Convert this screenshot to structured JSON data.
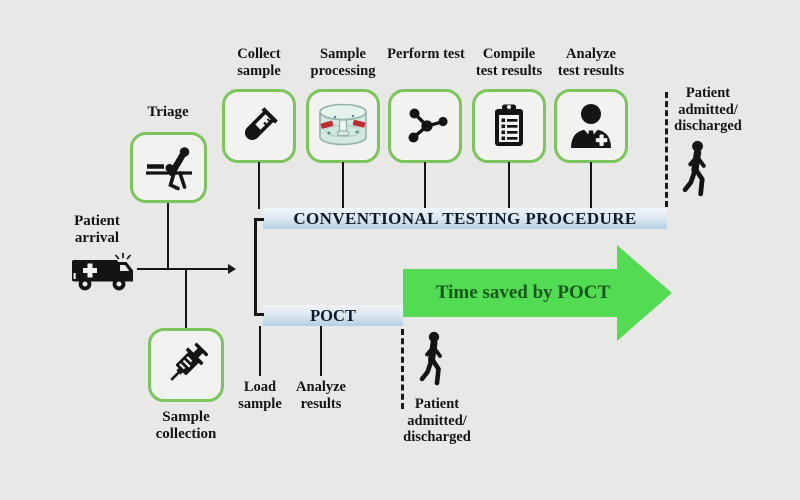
{
  "figure": {
    "background": "#e8e8e6",
    "line_color": "#161616",
    "box_border_green": "#7cc45c",
    "bar_gradient": [
      "#f2f5f8",
      "#b5cfe2"
    ],
    "arrow_green": "#53db53",
    "arrow_text_color": "#14591c"
  },
  "top_steps": [
    {
      "label": "Collect\nsample",
      "icon": "test-tube-icon"
    },
    {
      "label": "Sample\nprocessing",
      "icon": "centrifuge-icon"
    },
    {
      "label": "Perform test",
      "icon": "molecule-icon"
    },
    {
      "label": "Compile\ntest results",
      "icon": "clipboard-icon"
    },
    {
      "label": "Analyze\ntest results",
      "icon": "doctor-icon"
    }
  ],
  "left_flow": {
    "triage_label": "Triage",
    "triage_icon": "triage-bed-icon",
    "patient_arrival_label": "Patient\narrival",
    "ambulance_icon": "ambulance-icon",
    "sample_collection_label": "Sample\ncollection",
    "syringe_icon": "syringe-icon"
  },
  "bars": {
    "conventional_label": "CONVENTIONAL TESTING PROCEDURE",
    "poct_label": "POCT"
  },
  "poct_steps": [
    {
      "label": "Load\nsample"
    },
    {
      "label": "Analyze\nresults"
    }
  ],
  "arrow": {
    "label": "Time saved by POCT"
  },
  "outcomes": [
    {
      "label": "Patient\nadmitted/\ndischarged",
      "icon": "walking-person-icon",
      "position": "conventional-end"
    },
    {
      "label": "Patient\nadmitted/\ndischarged",
      "icon": "walking-person-icon",
      "position": "poct-end"
    }
  ]
}
